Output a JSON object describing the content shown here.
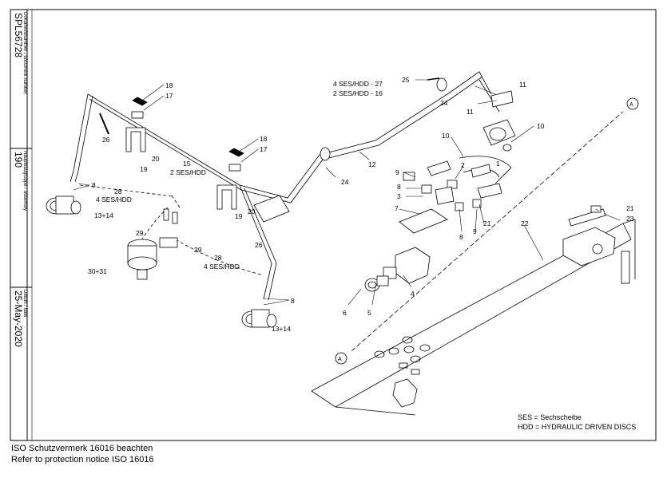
{
  "sidebar": {
    "doc_label": "Dokumentnummer / document number",
    "doc_number": "SPL56728",
    "assembly_label": "Hauptbaugruppe / assembly",
    "assembly_number": "190",
    "date_label": "Datum / date",
    "date_value": "25-May-2020"
  },
  "callouts": [
    {
      "id": "c18a",
      "text": "18"
    },
    {
      "id": "c17a",
      "text": "17"
    },
    {
      "id": "c26a",
      "text": "26"
    },
    {
      "id": "c20a",
      "text": "20"
    },
    {
      "id": "c19a",
      "text": "19"
    },
    {
      "id": "c15",
      "text": "15"
    },
    {
      "id": "c15b",
      "text": "2 SES/HDD"
    },
    {
      "id": "c18b",
      "text": "18"
    },
    {
      "id": "c17b",
      "text": "17"
    },
    {
      "id": "c8a",
      "text": "8"
    },
    {
      "id": "c28a",
      "text": "28"
    },
    {
      "id": "c28a2",
      "text": "4 SES/HDD"
    },
    {
      "id": "c1314a",
      "text": "13+14"
    },
    {
      "id": "c20b",
      "text": "20"
    },
    {
      "id": "c19b",
      "text": "19"
    },
    {
      "id": "c26b",
      "text": "26"
    },
    {
      "id": "c29a",
      "text": "29"
    },
    {
      "id": "c29b",
      "text": "29"
    },
    {
      "id": "c3031",
      "text": "30+31"
    },
    {
      "id": "c28b",
      "text": "28"
    },
    {
      "id": "c28b2",
      "text": "4 SES/HDD"
    },
    {
      "id": "c8b",
      "text": "8"
    },
    {
      "id": "c1314b",
      "text": "13+14"
    },
    {
      "id": "c4ses",
      "text": "4 SES/HDD - 27"
    },
    {
      "id": "c2ses",
      "text": "2 SES/HDD - 16"
    },
    {
      "id": "c25",
      "text": "25"
    },
    {
      "id": "c24a",
      "text": "24"
    },
    {
      "id": "c11a",
      "text": "11"
    },
    {
      "id": "c11b",
      "text": "11"
    },
    {
      "id": "cA1",
      "text": "A"
    },
    {
      "id": "c10a",
      "text": "10"
    },
    {
      "id": "c10b",
      "text": "10"
    },
    {
      "id": "c1",
      "text": "1"
    },
    {
      "id": "c12",
      "text": "12"
    },
    {
      "id": "c24b",
      "text": "24"
    },
    {
      "id": "c9a",
      "text": "9"
    },
    {
      "id": "c2",
      "text": "2"
    },
    {
      "id": "c8c",
      "text": "8"
    },
    {
      "id": "c3",
      "text": "3"
    },
    {
      "id": "c7",
      "text": "7"
    },
    {
      "id": "c8d",
      "text": "8"
    },
    {
      "id": "c9b",
      "text": "9"
    },
    {
      "id": "c21a",
      "text": "21"
    },
    {
      "id": "c22",
      "text": "22"
    },
    {
      "id": "c21b",
      "text": "21"
    },
    {
      "id": "c23",
      "text": "23"
    },
    {
      "id": "c6",
      "text": "6"
    },
    {
      "id": "c5",
      "text": "5"
    },
    {
      "id": "c4",
      "text": "4"
    },
    {
      "id": "cA2",
      "text": "A"
    }
  ],
  "legend": {
    "ses": "SES = Sechscheibe",
    "hdd": "HDD = HYDRAULIC DRIVEN DISCS"
  },
  "footer": {
    "line1": "ISO Schutzvermerk 16016 beachten",
    "line2": "Refer to protection notice ISO 16016"
  }
}
